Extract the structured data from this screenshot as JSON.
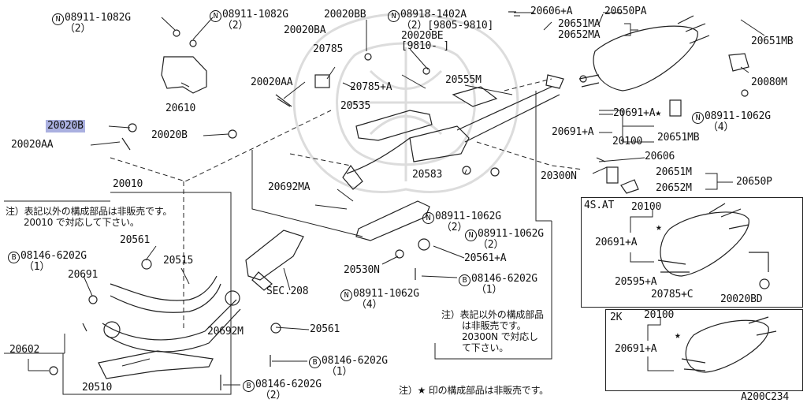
{
  "labels": {
    "n_08911_1082g_a": "08911-1082G",
    "n_08911_1082g_a_qty": "（2）",
    "n_08911_1082g_b": "08911-1082G",
    "n_08911_1082g_b_qty": "（2）",
    "p_20020bb": "20020BB",
    "n_08918_1402a": "08918-1402A",
    "n_08918_1402a_detail": "（2）[9805-9810]",
    "p_20020be": "20020BE",
    "p_20020be_range": "[9810-      ]",
    "p_20606_plus_a": "20606+A",
    "p_20650pa": "20650PA",
    "p_20651ma": "20651MA",
    "p_20652ma": "20652MA",
    "p_20651mb_top": "20651MB",
    "p_20080m": "20080M",
    "p_20020ba": "20020BA",
    "p_20785": "20785",
    "p_20785_plus_a": "20785+A",
    "p_20555m": "20555M",
    "p_20610": "20610",
    "p_20020aa_top": "20020AA",
    "p_20535": "20535",
    "p_20691_plus_a_main": "20691+A",
    "p_20691_plus_a_2": "20691+A",
    "p_20100_main": "20100",
    "p_20651mb_mid": "20651MB",
    "n_08911_1062g_a": "08911-1062G",
    "n_08911_1062g_a_qty": "（4）",
    "p_20020b_hl": "20020B",
    "p_20020aa_left": "20020AA",
    "p_20020b": "20020B",
    "p_20606": "20606",
    "p_20300n": "20300N",
    "p_20583": "20583",
    "p_20651m": "20651M",
    "p_20652m": "20652M",
    "p_20650p": "20650P",
    "p_20010": "20010",
    "p_20692ma": "20692MA",
    "note_top_line1": "注）表記以外の構成部品は非販売です。",
    "note_top_line2": "20010 で対応して下さい。",
    "p_20561_a": "20561",
    "b_08146_6202g_a": "08146-6202G",
    "b_08146_6202g_a_qty": "（1）",
    "p_20515": "20515",
    "p_20691": "20691",
    "n_08911_1062g_b": "08911-1062G",
    "n_08911_1062g_b_qty": "（2）",
    "n_08911_1062g_c": "08911-1062G",
    "n_08911_1062g_c_qty": "（2）",
    "p_20561_plus_a": "20561+A",
    "p_20530n": "20530N",
    "b_08146_6202g_b": "08146-6202G",
    "b_08146_6202g_b_qty": "（1）",
    "sec_208": "SEC.208",
    "n_08911_1062g_d": "08911-1062G",
    "n_08911_1062g_d_qty": "（4）",
    "p_20692m": "20692M",
    "p_20561_b": "20561",
    "note_mid_line1": "注）表記以外の構成部品",
    "note_mid_line2": "は非販売です。",
    "note_mid_line3": "20300N で対応し",
    "note_mid_line4": "て下さい。",
    "p_20602": "20602",
    "b_08146_6202g_c": "08146-6202G",
    "b_08146_6202g_c_qty": "（1）",
    "p_20510": "20510",
    "b_08146_6202g_d": "08146-6202G",
    "b_08146_6202g_d_qty": "（2）",
    "note_bottom": "注）★ 印の構成部品は非販売です。",
    "box1_title": "4S.AT",
    "box1_20100": "20100",
    "box1_20691_plus_a": "20691+A",
    "box1_20595_plus_a": "20595+A",
    "box1_20785_plus_c": "20785+C",
    "box1_20020bd": "20020BD",
    "box2_title": "2K",
    "box2_20100": "20100",
    "box2_20691_plus_a": "20691+A",
    "figure_code": "A200C234",
    "circle_n": "N",
    "circle_b": "B",
    "star": "★"
  },
  "colors": {
    "line": "#222222",
    "highlight": "#aab0e0",
    "watermark": "#dcdcdc"
  }
}
